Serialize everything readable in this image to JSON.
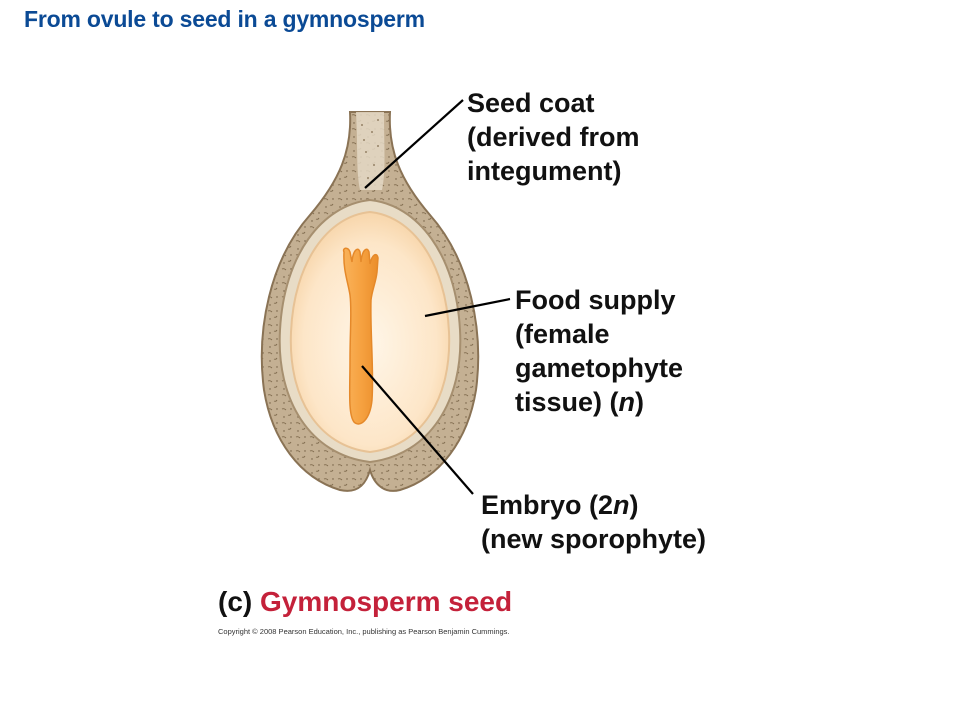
{
  "title": "From ovule to seed in a gymnosperm",
  "labels": {
    "seed_coat": {
      "line1": "Seed coat",
      "line2": "(derived from",
      "line3": "integument)"
    },
    "food_supply": {
      "line1": "Food supply",
      "line2": "(female",
      "line3": "gametophyte",
      "line4_prefix": "tissue) (",
      "line4_italic": "n",
      "line4_suffix": ")"
    },
    "embryo": {
      "line1_prefix": "Embryo (2",
      "line1_italic": "n",
      "line1_suffix": ")",
      "line2": "(new sporophyte)"
    }
  },
  "caption": {
    "letter": "(c)",
    "name": "Gymnosperm seed"
  },
  "copyright": "Copyright © 2008 Pearson Education, Inc., publishing as Pearson Benjamin Cummings.",
  "colors": {
    "title": "#0b4a95",
    "caption_name": "#c4213a",
    "seed_coat": "#c4b093",
    "seed_coat_dark": "#8a7355",
    "food_supply": "#fbe1c0",
    "embryo": "#f6a74a"
  }
}
